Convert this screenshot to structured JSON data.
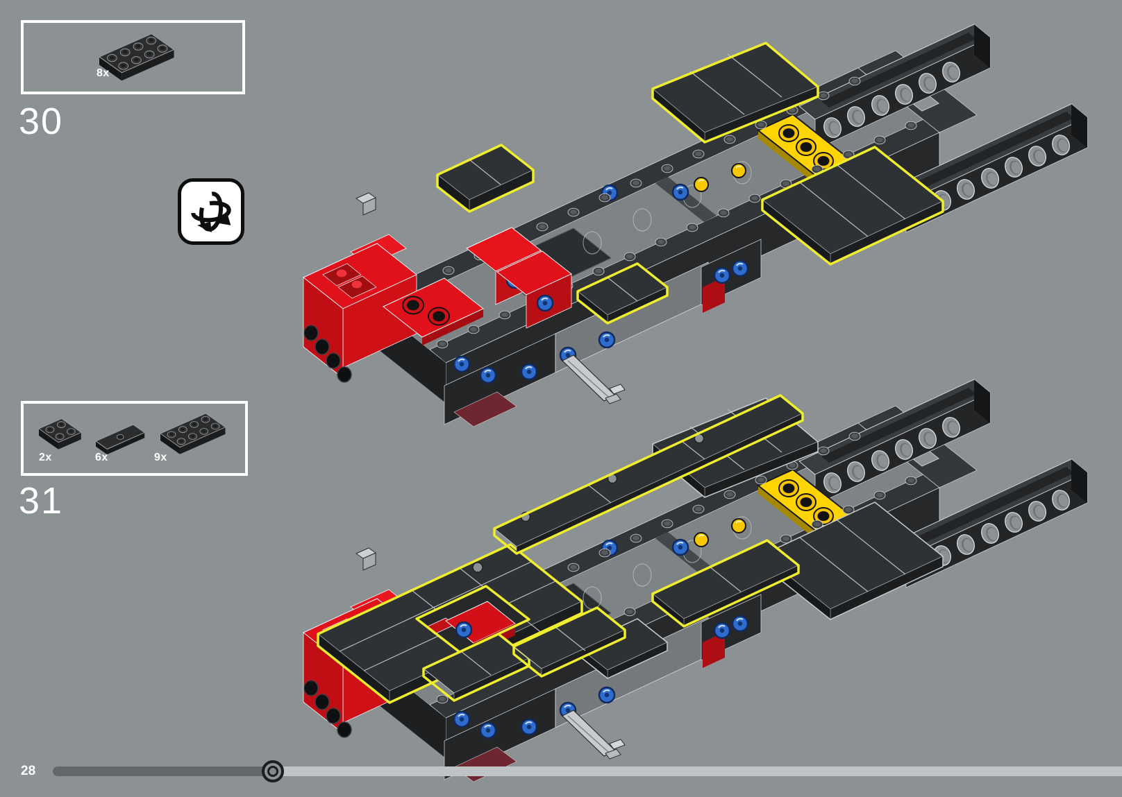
{
  "page": {
    "kind": "lego-building-instructions-page",
    "background_color": "#8c9194"
  },
  "colors": {
    "panel_border": "#ffffff",
    "text": "#ffffff",
    "highlight_outline": "#eeee2e",
    "brick_black": "#2b2e30",
    "brick_frame_gray": "#75797c",
    "brick_light_gray": "#c9ccce",
    "brick_red": "#e0111a",
    "brick_dark_red": "#6e2730",
    "brick_yellow": "#ffd400",
    "pin_blue": "#2e6cd0",
    "track_fill": "#63676a",
    "track_rest": "#c0c3c5",
    "handle_ring": "#1b1d1f"
  },
  "steps": [
    {
      "number": "30",
      "parts_box": {
        "parts": [
          {
            "qty": "8x",
            "part": "plate-2x4-black"
          }
        ]
      },
      "rotate_symbol": true
    },
    {
      "number": "31",
      "parts_box": {
        "parts": [
          {
            "qty": "2x",
            "part": "plate-2x2-black"
          },
          {
            "qty": "6x",
            "part": "tile-1x3-black"
          },
          {
            "qty": "9x",
            "part": "plate-2x4-black"
          }
        ]
      },
      "rotate_symbol": false
    }
  ],
  "icons": [
    {
      "name": "rotate-3d-icon",
      "meaning": "turn the model around"
    }
  ],
  "pager": {
    "current_page": "28",
    "progress_fraction": 0.21
  }
}
